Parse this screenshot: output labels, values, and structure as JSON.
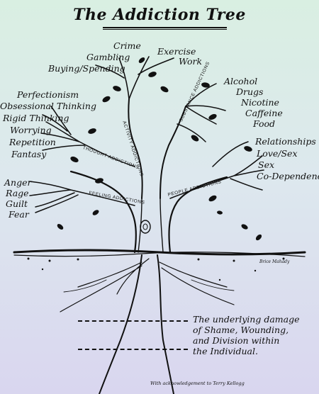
{
  "title": "The Addiction Tree",
  "top_labels": {
    "crime": "Crime",
    "gambling": "Gambling",
    "buying_spending": "Buying/Spending",
    "exercise": "Exercise",
    "work": "Work"
  },
  "thought_labels": [
    "Perfectionism",
    "Obsessional Thinking",
    "Rigid Thinking",
    "Worrying",
    "Repetition",
    "Fantasy"
  ],
  "feeling_labels": [
    "Anger",
    "Rage",
    "Guilt",
    "Fear"
  ],
  "substance_labels": [
    "Alcohol",
    "Drugs",
    "Nicotine",
    "Caffeine",
    "Food"
  ],
  "people_labels": [
    "Relationships",
    "Love/Sex",
    "Sex",
    "Co-Dependency"
  ],
  "branches": {
    "activity": "Activity Addictions",
    "substance": "Substance Addictions",
    "thought": "Thought Addictions",
    "feeling": "Feeling Addictions",
    "people": "People Addictions"
  },
  "caption_lines": [
    "The underlying damage",
    "of Shame, Wounding,",
    "and Division within",
    "the Individual."
  ],
  "signature": "Brice Mahady",
  "acknowledgement": "With acknowledgement to Terry Kellogg"
}
